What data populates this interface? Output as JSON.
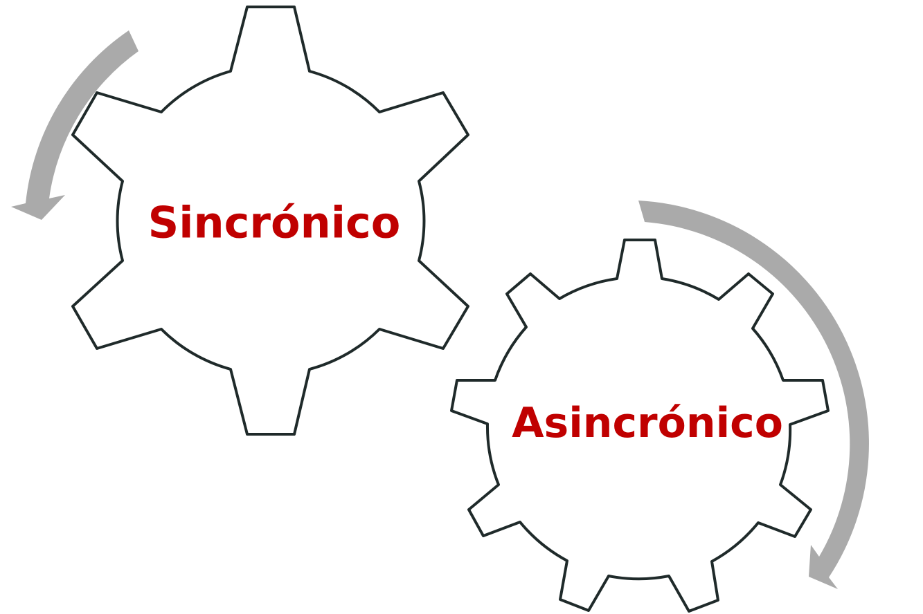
{
  "diagram": {
    "gear_left": {
      "label": "Sincrónico",
      "rotation": "counter-clockwise"
    },
    "gear_right": {
      "label": "Asincrónico",
      "rotation": "clockwise"
    }
  },
  "colors": {
    "label_text": "#c00000",
    "gear_outline": "#1f2a2a",
    "arrow": "#aaaaaa",
    "background": "#ffffff"
  }
}
